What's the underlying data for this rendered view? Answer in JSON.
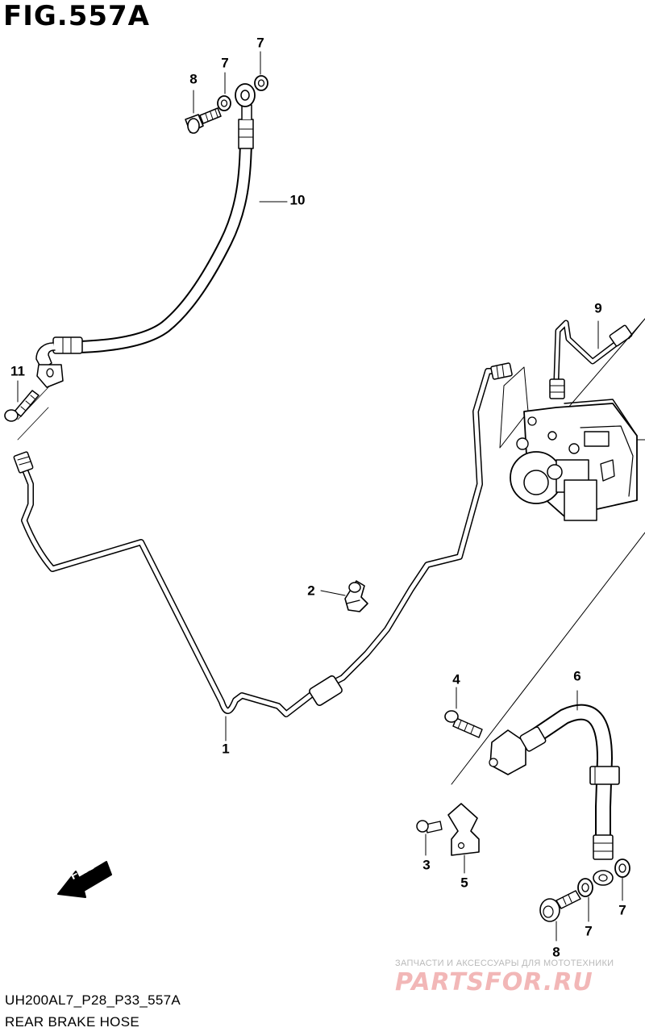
{
  "figure": {
    "title": "FIG.557A",
    "code": "UH200AL7_P28_P33_557A",
    "caption": "REAR BRAKE HOSE"
  },
  "callouts": [
    "8",
    "7",
    "7",
    "10",
    "11",
    "9",
    "2",
    "1",
    "4",
    "6",
    "3",
    "5",
    "7",
    "8",
    "7"
  ],
  "direction_arrow": {
    "label": "FWD",
    "icon": "forward-arrow-icon"
  },
  "watermark": {
    "tagline": "ЗАПЧАСТИ И АКСЕССУАРЫ ДЛЯ МОТОТЕХНИКИ",
    "logo": "PARTSFOR.RU",
    "color": "#f2b7b7"
  },
  "colors": {
    "line": "#000000",
    "background": "#ffffff"
  }
}
